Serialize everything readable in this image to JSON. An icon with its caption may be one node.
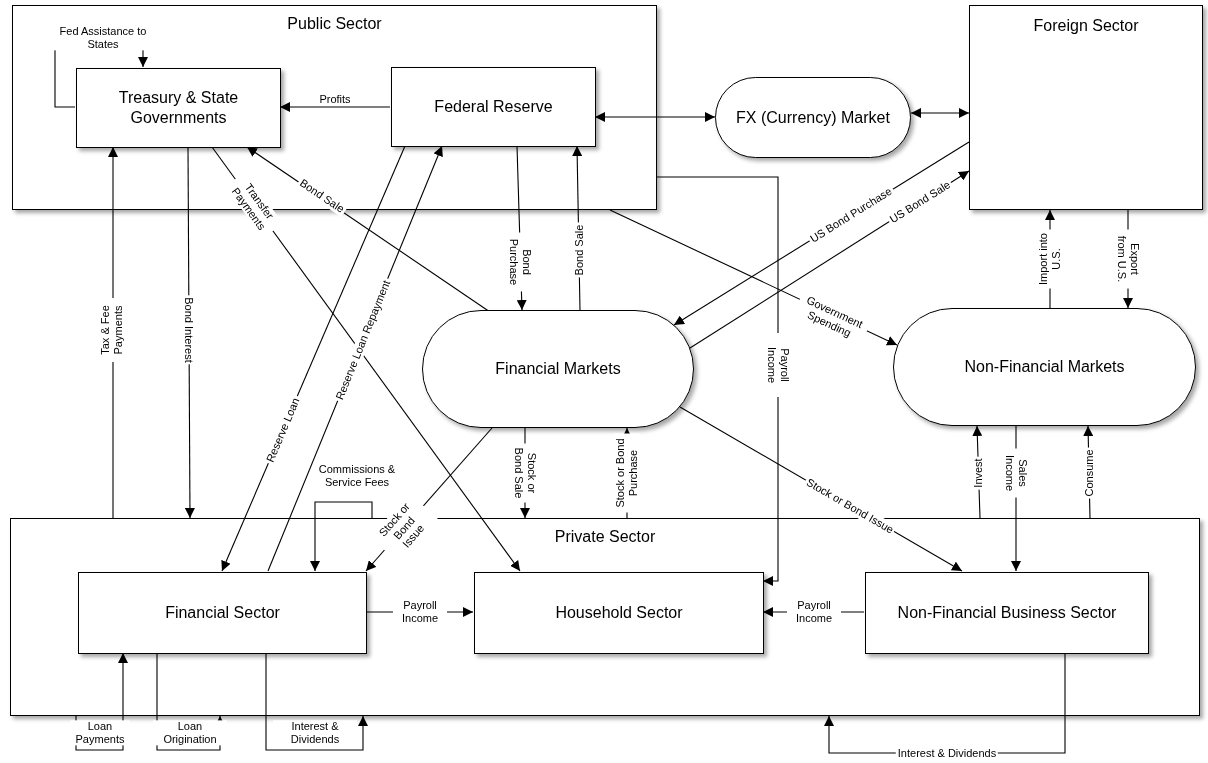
{
  "diagram": {
    "nodes": [
      {
        "text": [
          "Public Sector"
        ]
      },
      {
        "text": [
          "Treasury & State Governments"
        ],
        "in": 0
      },
      {
        "text": [
          "Federal Reserve"
        ],
        "in": 0
      },
      {
        "text": [
          "Foreign Sector"
        ]
      },
      {
        "text": [
          "FX (Currency) Market"
        ]
      },
      {
        "text": [
          "Financial Markets"
        ]
      },
      {
        "text": [
          "Non-Financial Markets"
        ]
      },
      {
        "text": [
          "Private Sector"
        ]
      },
      {
        "text": [
          "Financial Sector"
        ],
        "in": 7
      },
      {
        "text": [
          "Household Sector"
        ],
        "in": 7
      },
      {
        "text": [
          "Non-Financial Business Sector"
        ],
        "in": 7
      }
    ],
    "edges": [
      {
        "from": 1,
        "to": 1,
        "label": "Fed Assistance to States",
        "arrow": "to"
      },
      {
        "from": 2,
        "to": 1,
        "label": "Profits",
        "arrow": "to"
      },
      {
        "from": 2,
        "to": 4,
        "arrow": "both"
      },
      {
        "from": 4,
        "to": 3,
        "arrow": "both"
      },
      {
        "from": 5,
        "to": 1,
        "label": "Bond Sale",
        "arrow": "to"
      },
      {
        "from": 2,
        "to": 5,
        "label": "Bond Purchase",
        "arrow": "to"
      },
      {
        "from": 5,
        "to": 2,
        "label": "Bond Sale",
        "arrow": "to"
      },
      {
        "from": 0,
        "to": 6,
        "label": "Government Spending",
        "arrow": "to"
      },
      {
        "from": 3,
        "to": 5,
        "label": "US Bond Purchase",
        "arrow": "to"
      },
      {
        "from": 5,
        "to": 3,
        "label": "US Bond Sale",
        "arrow": "to"
      },
      {
        "from": 6,
        "to": 3,
        "label": "Import into U.S.",
        "arrow": "to"
      },
      {
        "from": 3,
        "to": 6,
        "label": "Export from U.S.",
        "arrow": "to"
      },
      {
        "from": 7,
        "to": 1,
        "label": "Tax & Fee Payments",
        "arrow": "to"
      },
      {
        "from": 1,
        "to": 7,
        "label": "Bond Interest",
        "arrow": "to"
      },
      {
        "from": 1,
        "to": 9,
        "label": "Transfer Payments",
        "arrow": "to"
      },
      {
        "from": 2,
        "to": 8,
        "label": "Reserve Loan",
        "arrow": "to"
      },
      {
        "from": 8,
        "to": 2,
        "label": "Reserve Loan Repayment",
        "arrow": "to"
      },
      {
        "from": 0,
        "to": 9,
        "label": "Payroll Income",
        "arrow": "to"
      },
      {
        "from": 5,
        "to": 8,
        "label": "Stock or Bond Issue",
        "arrow": "to"
      },
      {
        "from": 5,
        "to": 7,
        "label": "Stock or Bond Sale",
        "arrow": "to"
      },
      {
        "from": 7,
        "to": 5,
        "label": "Stock or Bond Purchase",
        "arrow": "to"
      },
      {
        "from": 5,
        "to": 10,
        "label": "Stock or Bond Issue",
        "arrow": "to"
      },
      {
        "from": 7,
        "to": 6,
        "label": "Invest",
        "arrow": "to"
      },
      {
        "from": 6,
        "to": 10,
        "label": "Sales Income",
        "arrow": "to"
      },
      {
        "from": 7,
        "to": 6,
        "label": "Consume",
        "arrow": "to"
      },
      {
        "from": 7,
        "to": 8,
        "label": "Commissions & Service Fees",
        "arrow": "to"
      },
      {
        "from": 8,
        "to": 9,
        "label": "Payroll Income",
        "arrow": "to"
      },
      {
        "from": 10,
        "to": 9,
        "label": "Payroll Income",
        "arrow": "to"
      },
      {
        "from": 7,
        "to": 8,
        "label": "Loan Payments",
        "arrow": "to"
      },
      {
        "from": 8,
        "to": 7,
        "label": "Loan Origination",
        "arrow": "to"
      },
      {
        "from": 8,
        "to": 7,
        "label": "Interest & Dividends",
        "arrow": "to"
      },
      {
        "from": 10,
        "to": 7,
        "label": "Interest & Dividends",
        "arrow": "to"
      }
    ]
  }
}
